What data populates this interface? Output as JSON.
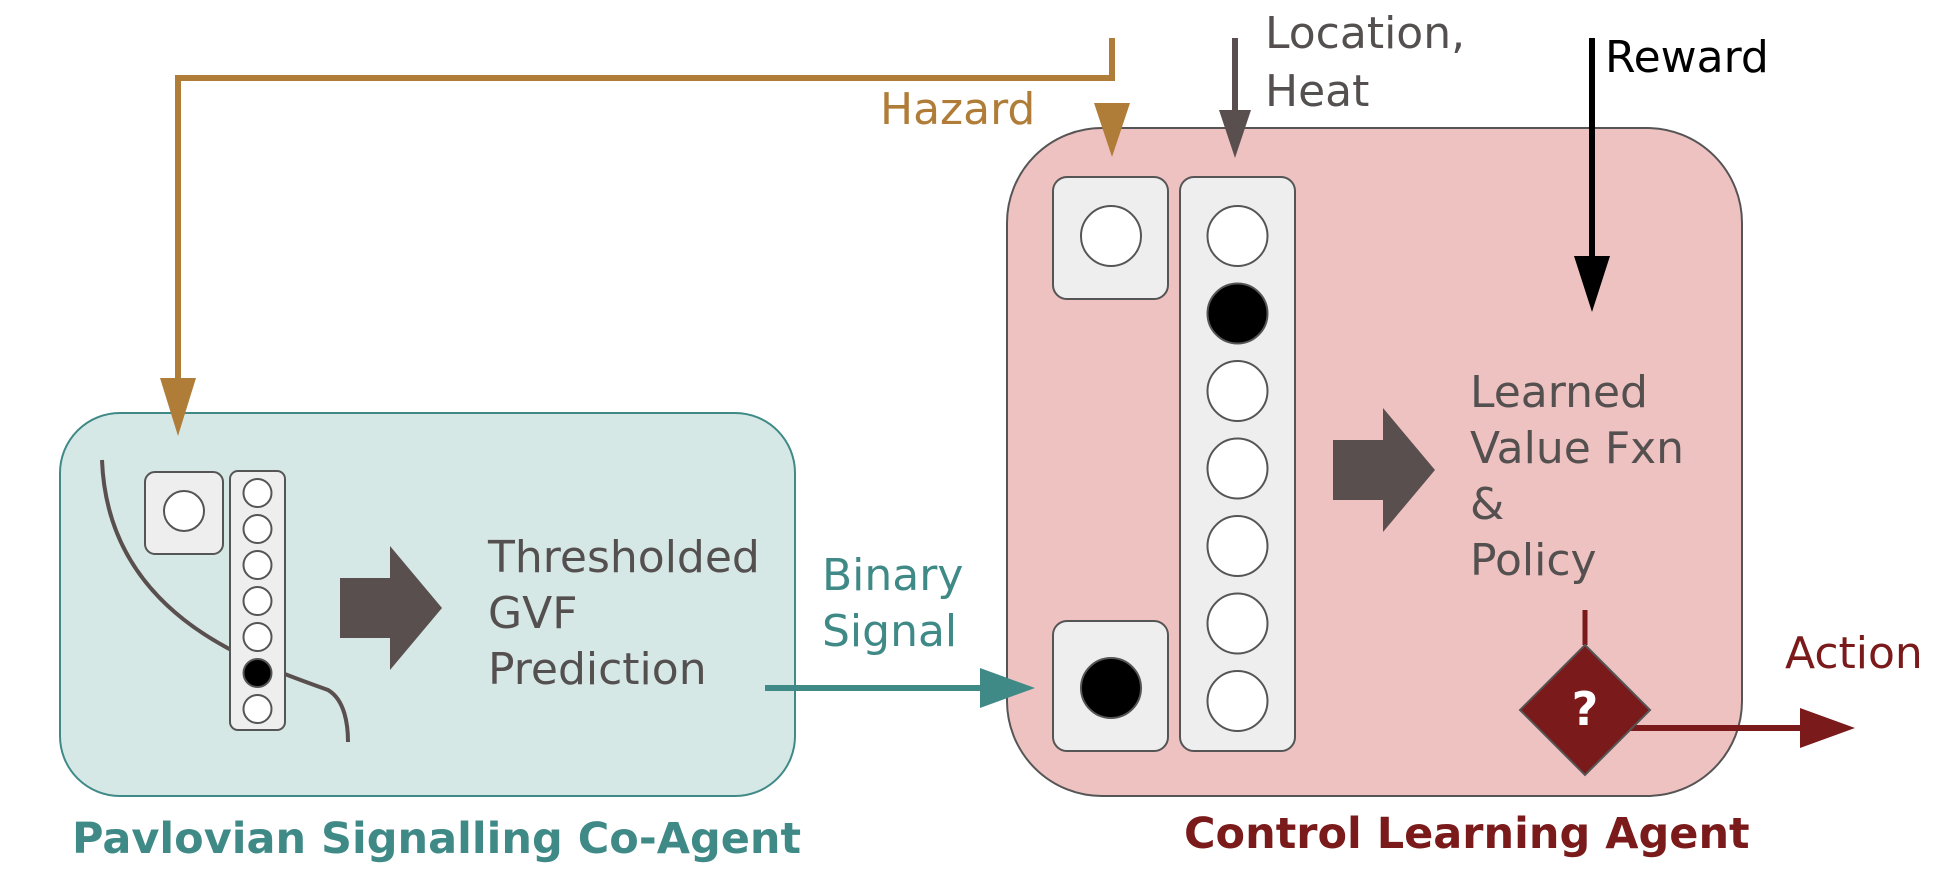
{
  "labels": {
    "hazard": "Hazard",
    "location_heat_line1": "Location,",
    "location_heat_line2": "Heat",
    "reward": "Reward",
    "gvf_line1": "Thresholded",
    "gvf_line2": "GVF",
    "gvf_line3": "Prediction",
    "binary_line1": "Binary",
    "binary_line2": "Signal",
    "value_line1": "Learned",
    "value_line2": "Value Fxn",
    "value_line3": "&",
    "value_line4": "Policy",
    "decision_symbol": "?",
    "action": "Action",
    "pavlovian_agent": "Pavlovian Signalling Co-Agent",
    "control_agent": "Control Learning Agent"
  },
  "colors": {
    "hazard": "#b07d38",
    "input_arrow": "#5a4f4f",
    "reward": "#000000",
    "binary_signal": "#3f8a87",
    "action": "#7a1a1a",
    "pavlovian_box_fill": "#d6e8e6",
    "pavlovian_box_stroke": "#3f8a87",
    "control_box_fill": "#efc2c2",
    "control_box_stroke": "#555555",
    "cell_fill": "#eeeeee",
    "body_text": "#555050",
    "pavlovian_title": "#3f8a87",
    "control_title": "#7a1a1a"
  },
  "pavlovian_column_active": [
    false,
    false,
    false,
    false,
    false,
    true,
    false
  ],
  "control_column_active": [
    false,
    true,
    false,
    false,
    false,
    false,
    false
  ],
  "pavlovian_single_active": false,
  "control_top_single_active": false,
  "control_bottom_single_active": true
}
